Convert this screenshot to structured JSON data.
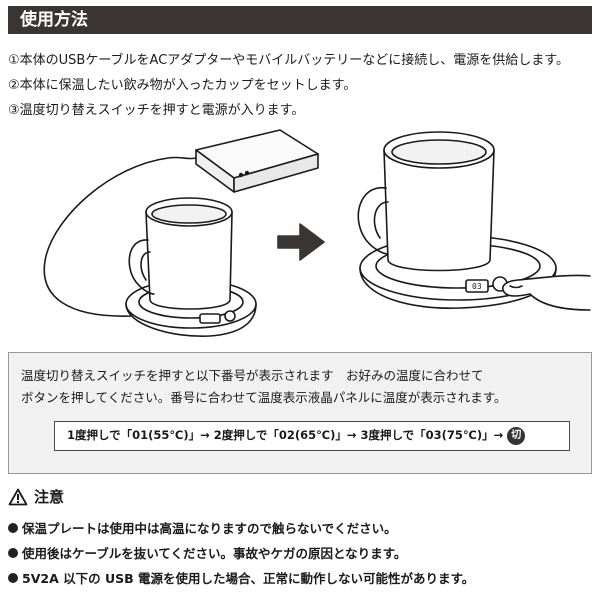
{
  "header": {
    "title": "使用方法"
  },
  "steps": [
    {
      "text": "①本体のUSBケーブルをACアダプターやモバイルバッテリーなどに接続し、電源を供給します。"
    },
    {
      "text": "②本体に保温したい飲み物が入ったカップをセットします。"
    },
    {
      "text": "③温度切り替えスイッチを押すと電源が入ります。"
    }
  ],
  "illustration": {
    "left_panel": "mug-on-warmer-connected-to-power-bank",
    "arrow_icon": "right-arrow-icon",
    "right_panel": "finger-pressing-warmer-button",
    "display_reading": "03"
  },
  "info_panel": {
    "lines": [
      "温度切り替えスイッチを押すと以下番号が表示されます　お好みの温度に合わせて",
      "ボタンを押してください。番号に合わせて温度表示液晶パネルに温度が表示されます。"
    ],
    "sequence_text": "1度押しで「01(55℃)」→ 2度押しで「02(65℃)」→ 3度押しで「03(75℃)」→",
    "off_label": "切"
  },
  "caution": {
    "title": "注意",
    "icon": "warning-triangle-icon",
    "items": [
      {
        "text": "保温プレートは使用中は高温になりますので触らないでください。"
      },
      {
        "text": "使用後はケーブルを抜いてください。事故やケガの原因となります。"
      },
      {
        "text": "5V2A 以下の USB 電源を使用した場合、正常に動作しない可能性があります。"
      }
    ]
  },
  "colors": {
    "header_bg": "#3a3532",
    "panel_bg": "#f1f1f1",
    "panel_border": "#9a9a9a"
  }
}
